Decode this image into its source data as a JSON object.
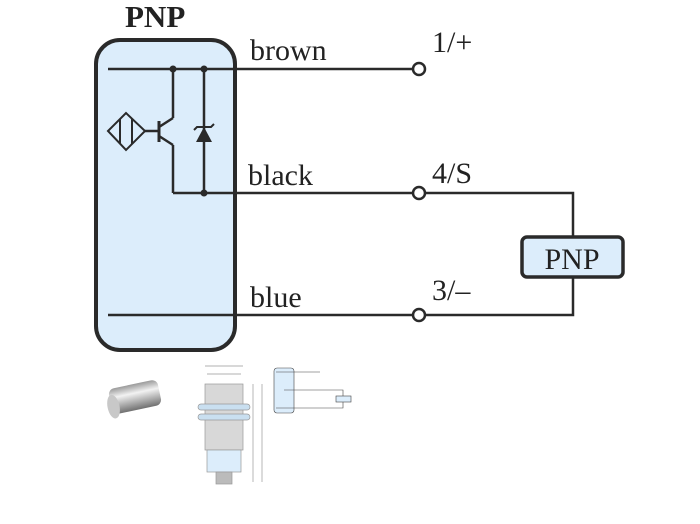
{
  "title": "PNP",
  "wires": [
    {
      "color_label": "brown",
      "terminal": "1/+"
    },
    {
      "color_label": "black",
      "terminal": "4/S"
    },
    {
      "color_label": "blue",
      "terminal": "3/–"
    }
  ],
  "load_label": "PNP",
  "colors": {
    "sensor_fill": "#dcedfb",
    "line": "#2a2a2a",
    "load_fill": "#dcedfb"
  },
  "thumbnails": [
    "sensor-photo",
    "sensor-dimension-drawing",
    "wiring-diagram-thumbnail"
  ]
}
